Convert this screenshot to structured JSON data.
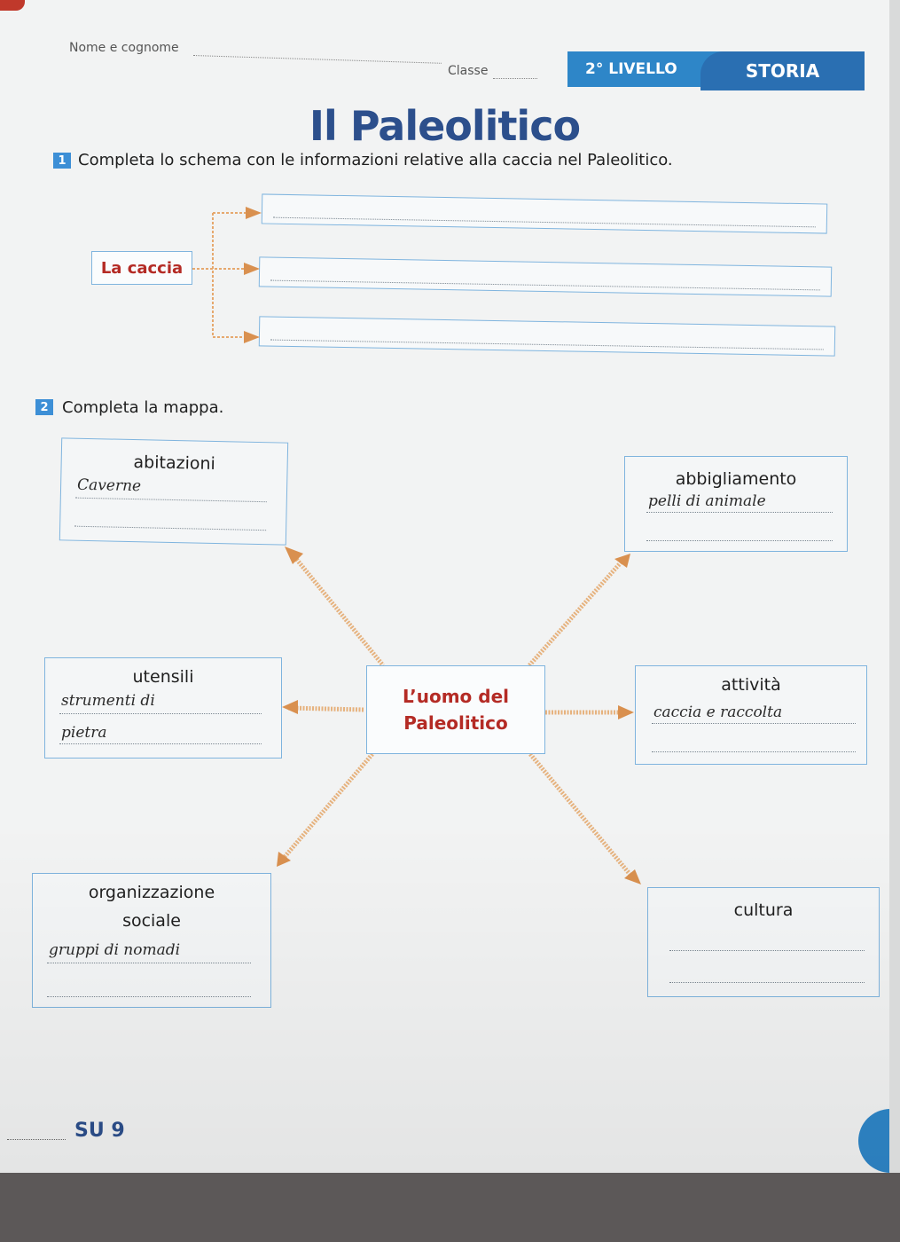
{
  "header": {
    "name_label": "Nome e cognome",
    "class_label": "Classe",
    "level": "2° LIVELLO",
    "subject": "STORIA"
  },
  "title": "Il Paleolitico",
  "exercise1": {
    "number": "1",
    "instruction": "Completa lo schema con le informazioni relative alla caccia nel Paleolitico.",
    "root": "La caccia"
  },
  "exercise2": {
    "number": "2",
    "instruction": "Completa la mappa.",
    "center_line1": "L’uomo del",
    "center_line2": "Paleolitico",
    "boxes": {
      "abitazioni": {
        "label": "abitazioni",
        "answer": "Caverne"
      },
      "abbigliamento": {
        "label": "abbigliamento",
        "answer": "pelli di animale"
      },
      "utensili": {
        "label": "utensili",
        "answer1": "strumenti di",
        "answer2": "pietra"
      },
      "attivita": {
        "label": "attività",
        "answer": "caccia e raccolta"
      },
      "organizzazione": {
        "label1": "organizzazione",
        "label2": "sociale",
        "answer": "gruppi di nomadi"
      },
      "cultura": {
        "label": "cultura"
      }
    }
  },
  "footer": {
    "text": "SU 9"
  },
  "colors": {
    "accent_blue": "#2e86c8",
    "title_blue": "#2c4f8c",
    "red": "#b42b25",
    "arrow": "#d9904f"
  }
}
